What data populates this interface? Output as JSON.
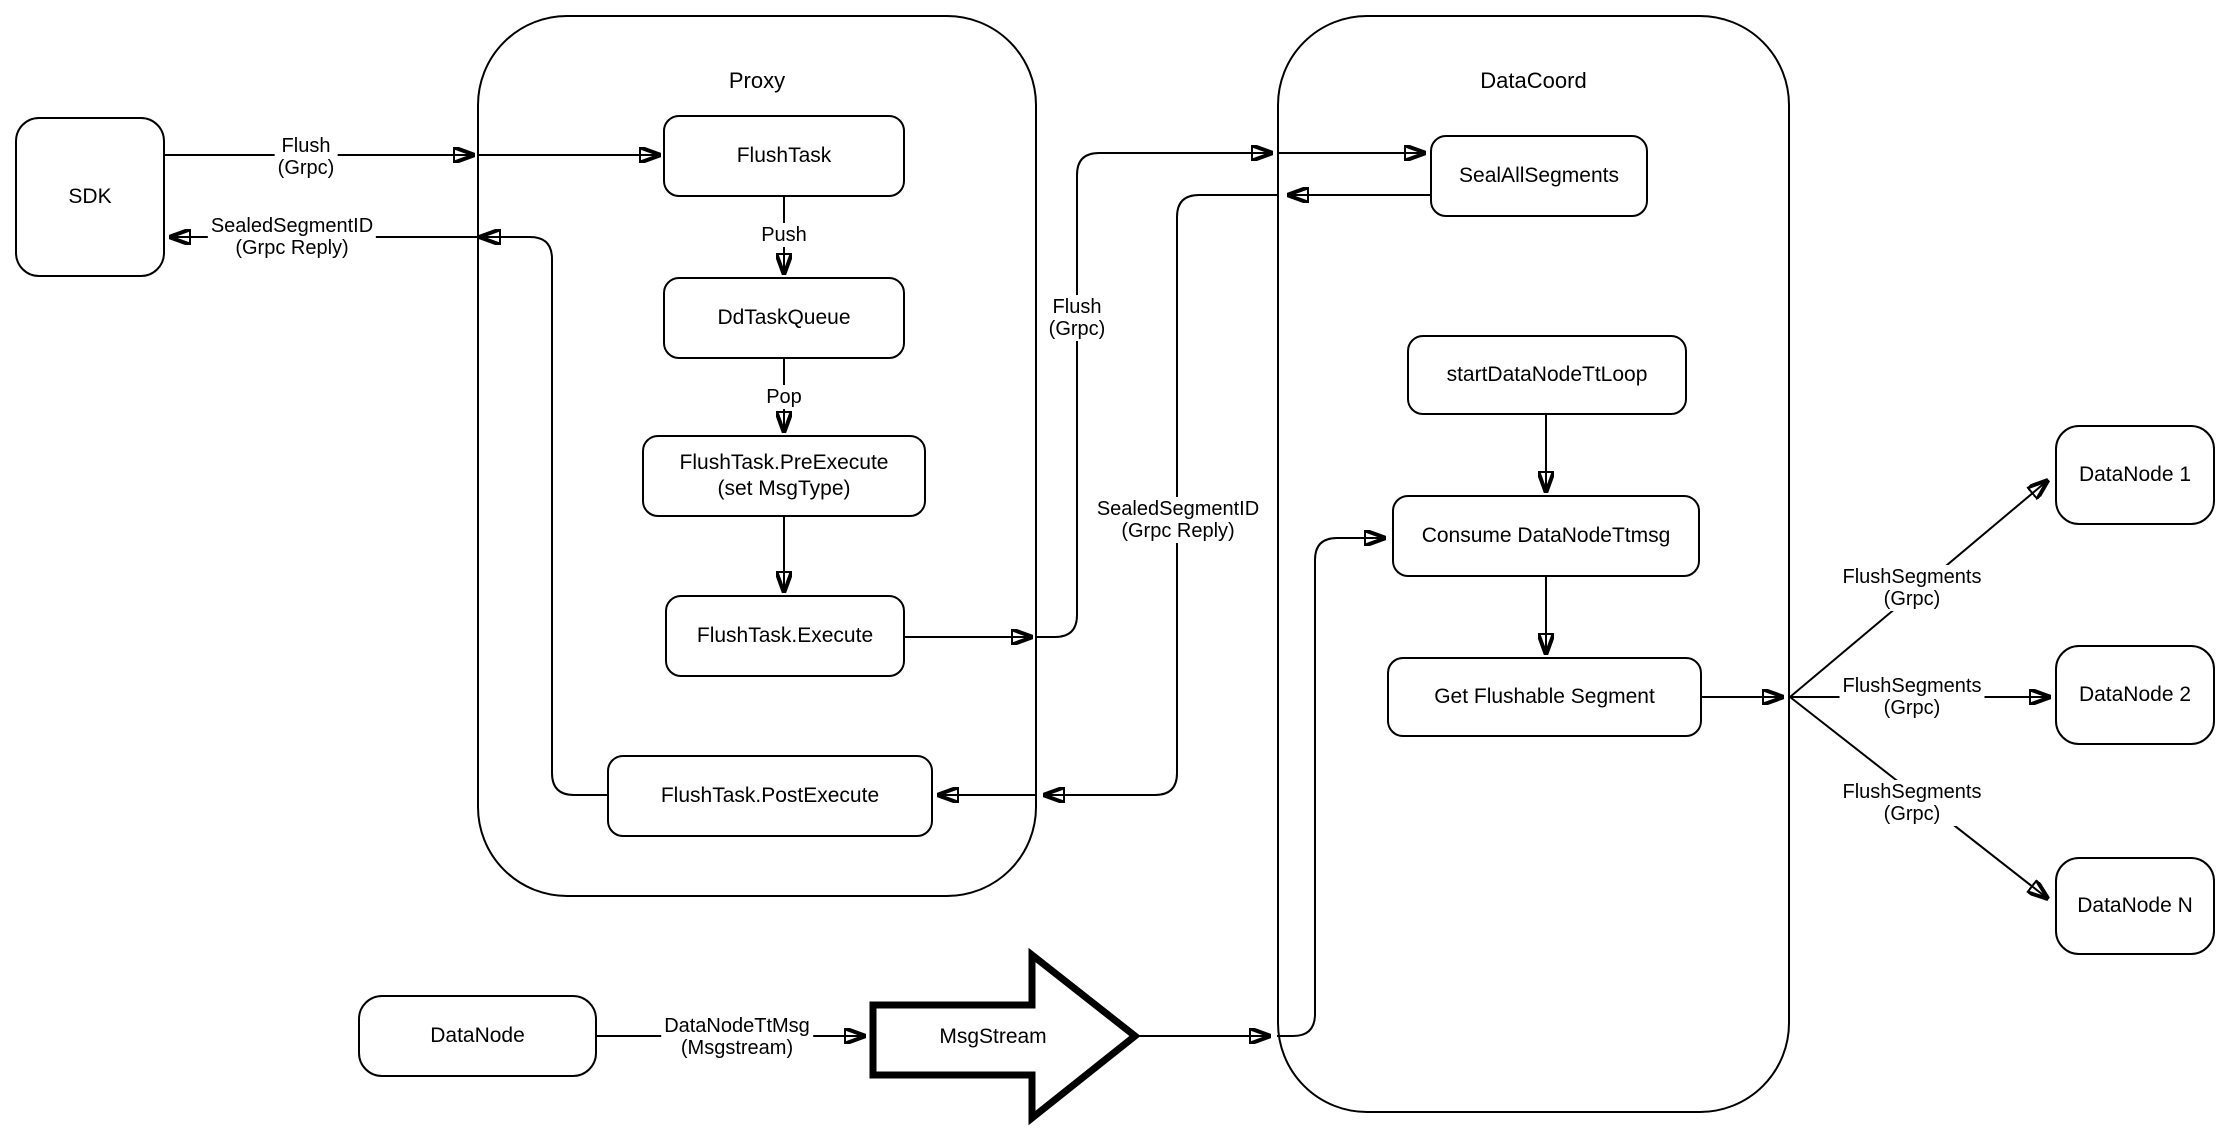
{
  "nodes": {
    "sdk": "SDK",
    "proxy_title": "Proxy",
    "flush_task": "FlushTask",
    "dd_task_queue": "DdTaskQueue",
    "pre_execute": {
      "line1": "FlushTask.PreExecute",
      "line2": "(set MsgType)"
    },
    "execute": "FlushTask.Execute",
    "post_execute": "FlushTask.PostExecute",
    "datacoord_title": "DataCoord",
    "seal_all_segments": "SealAllSegments",
    "start_datanode_tt_loop": "startDataNodeTtLoop",
    "consume_datanode_ttmsg": "Consume DataNodeTtmsg",
    "get_flushable_segment": "Get Flushable Segment",
    "datanode": "DataNode",
    "msgstream": "MsgStream",
    "datanode_1": "DataNode 1",
    "datanode_2": "DataNode 2",
    "datanode_n": "DataNode N"
  },
  "edge_labels": {
    "flush_sdk_proxy": {
      "line1": "Flush",
      "line2": "(Grpc)"
    },
    "sealed_segment_id_to_sdk": {
      "line1": "SealedSegmentID",
      "line2": "(Grpc Reply)"
    },
    "push": "Push",
    "pop": "Pop",
    "flush_proxy_datacoord": {
      "line1": "Flush",
      "line2": "(Grpc)"
    },
    "sealed_segment_id_to_proxy": {
      "line1": "SealedSegmentID",
      "line2": "(Grpc Reply)"
    },
    "datanode_ttmsg": {
      "line1": "DataNodeTtMsg",
      "line2": "(Msgstream)"
    },
    "flush_segments_top": {
      "line1": "FlushSegments",
      "line2": "(Grpc)"
    },
    "flush_segments_mid": {
      "line1": "FlushSegments",
      "line2": "(Grpc)"
    },
    "flush_segments_bottom": {
      "line1": "FlushSegments",
      "line2": "(Grpc)"
    }
  },
  "colors": {
    "background": "#ffffff",
    "stroke": "#000000",
    "text": "#000000"
  }
}
